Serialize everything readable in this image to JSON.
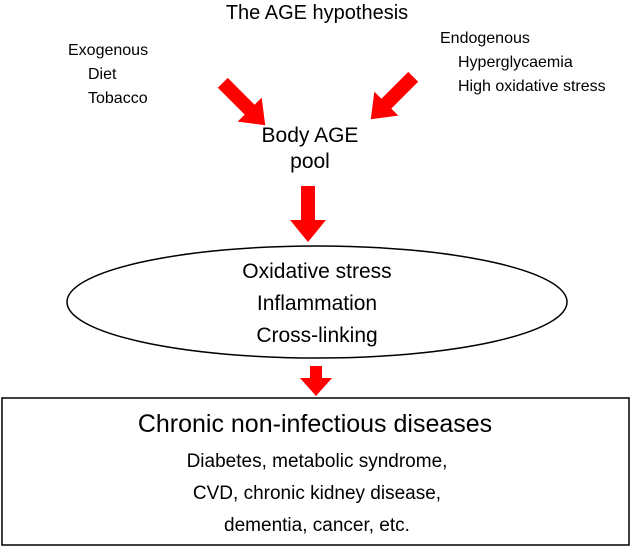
{
  "title": "The AGE hypothesis",
  "exogenous": {
    "heading": "Exogenous",
    "items": [
      "Diet",
      "Tobacco"
    ]
  },
  "endogenous": {
    "heading": "Endogenous",
    "items": [
      "Hyperglycaemia",
      "High oxidative stress"
    ]
  },
  "pool": {
    "line1": "Body AGE",
    "line2": "pool"
  },
  "mechanisms": [
    "Oxidative stress",
    "Inflammation",
    "Cross-linking"
  ],
  "diseases": {
    "heading": "Chronic non-infectious diseases",
    "lines": [
      "Diabetes, metabolic syndrome,",
      "CVD, chronic kidney disease,",
      "dementia, cancer, etc."
    ]
  },
  "colors": {
    "arrow": "#ff0000",
    "outline": "#000000"
  }
}
